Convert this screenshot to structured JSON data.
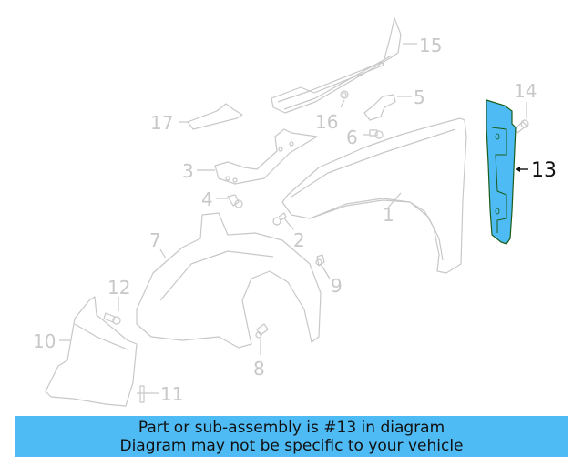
{
  "diagram": {
    "highlight_color": "#4FBBF5",
    "outline_color": "#c8c8c8",
    "highlighted_part": "13",
    "callouts": [
      {
        "num": "1",
        "name": "fender"
      },
      {
        "num": "2",
        "name": "bolt"
      },
      {
        "num": "3",
        "name": "fender-bracket"
      },
      {
        "num": "4",
        "name": "bolt"
      },
      {
        "num": "5",
        "name": "bracket"
      },
      {
        "num": "6",
        "name": "bolt"
      },
      {
        "num": "7",
        "name": "fender-liner"
      },
      {
        "num": "8",
        "name": "screw"
      },
      {
        "num": "9",
        "name": "clip"
      },
      {
        "num": "10",
        "name": "splash-shield"
      },
      {
        "num": "11",
        "name": "push-pin"
      },
      {
        "num": "12",
        "name": "screw"
      },
      {
        "num": "13",
        "name": "rear-fender-seal"
      },
      {
        "num": "14",
        "name": "screw"
      },
      {
        "num": "15",
        "name": "upper-rail-reinforcement"
      },
      {
        "num": "16",
        "name": "nut"
      },
      {
        "num": "17",
        "name": "insulator"
      }
    ]
  },
  "banner": {
    "line1": "Part or sub-assembly is #13 in diagram",
    "line2": "Diagram may not be specific to your vehicle",
    "background": "#4FBBF5"
  }
}
